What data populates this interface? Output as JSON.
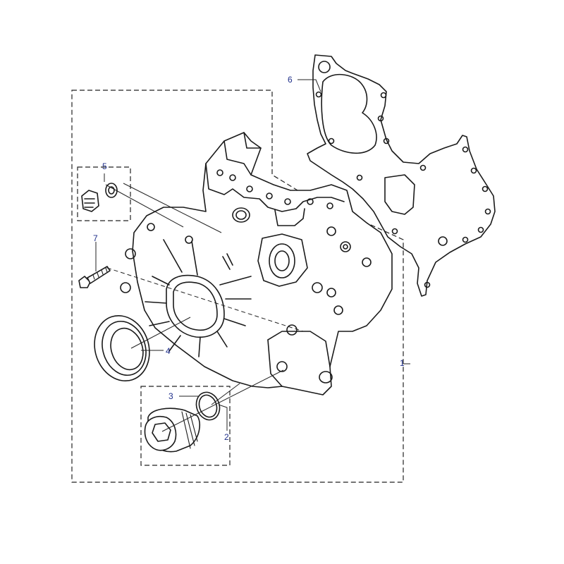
{
  "callouts": [
    {
      "id": "callout-1",
      "text": "1"
    },
    {
      "id": "callout-2",
      "text": "2"
    },
    {
      "id": "callout-3",
      "text": "3"
    },
    {
      "id": "callout-4",
      "text": "4"
    },
    {
      "id": "callout-5",
      "text": "5"
    },
    {
      "id": "callout-6",
      "text": "6"
    },
    {
      "id": "callout-7",
      "text": "7"
    }
  ],
  "colors": {
    "callout_text": "#1f2f8a",
    "line_art": "#1a1a1a",
    "background": "#ffffff"
  }
}
